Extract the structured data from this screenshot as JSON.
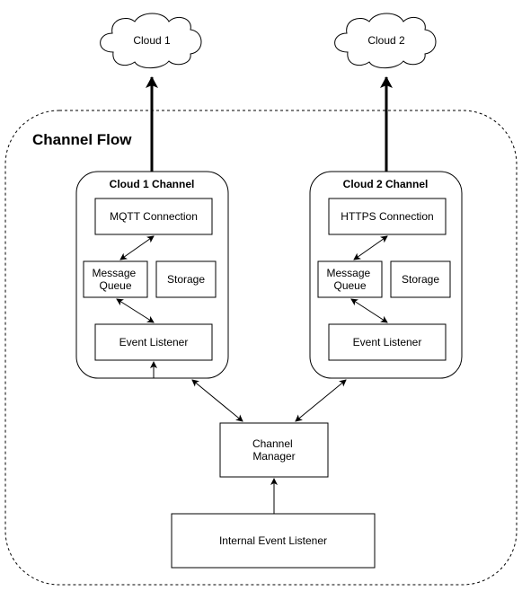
{
  "diagram": {
    "group_title": "Channel Flow",
    "clouds": [
      {
        "id": "cloud1",
        "label": "Cloud 1"
      },
      {
        "id": "cloud2",
        "label": "Cloud 2"
      }
    ],
    "channels": [
      {
        "id": "ch1",
        "title": "Cloud 1 Channel",
        "connection": "MQTT Connection",
        "queue_line1": "Message",
        "queue_line2": "Queue",
        "storage": "Storage",
        "listener": "Event Listener"
      },
      {
        "id": "ch2",
        "title": "Cloud 2 Channel",
        "connection": "HTTPS Connection",
        "queue_line1": "Message",
        "queue_line2": "Queue",
        "storage": "Storage",
        "listener": "Event Listener"
      }
    ],
    "manager_line1": "Channel",
    "manager_line2": "Manager",
    "internal_listener": "Internal Event Listener"
  },
  "colors": {
    "stroke": "#000000",
    "fill": "#ffffff",
    "text": "#000000"
  }
}
